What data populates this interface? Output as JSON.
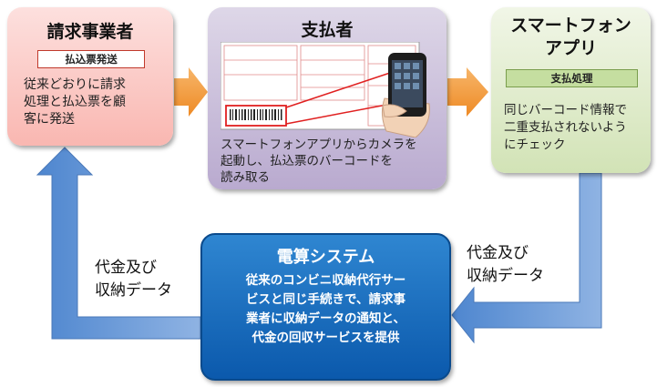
{
  "biller": {
    "title": "請求事業者",
    "tag": "払込票発送",
    "desc": [
      "従来どおりに請求",
      "処理と払込票を顧",
      "客に発送"
    ]
  },
  "payer": {
    "title": "支払者",
    "desc": [
      "スマートフォンアプリからカメラを",
      "起動し、払込票のバーコードを",
      "読み取る"
    ]
  },
  "app": {
    "title": [
      "スマートフォン",
      "アプリ"
    ],
    "tag": "支払処理",
    "desc": [
      "同じバーコード情報で",
      "二重支払されないよう",
      "にチェック"
    ]
  },
  "densan": {
    "title": "電算システム",
    "desc": [
      "従来のコンビニ収納代行サー",
      "ビスと同じ手続きで、請求事",
      "業者に収納データの通知と、",
      "代金の回収サービスを提供"
    ]
  },
  "flow_left": [
    "代金及び",
    "収納データ"
  ],
  "flow_right": [
    "代金及び",
    "収納データ"
  ],
  "colors": {
    "orange_arrow": "#f39a3a",
    "blue_arrow": "#6b99d6",
    "densan_box": "#1768bd"
  }
}
